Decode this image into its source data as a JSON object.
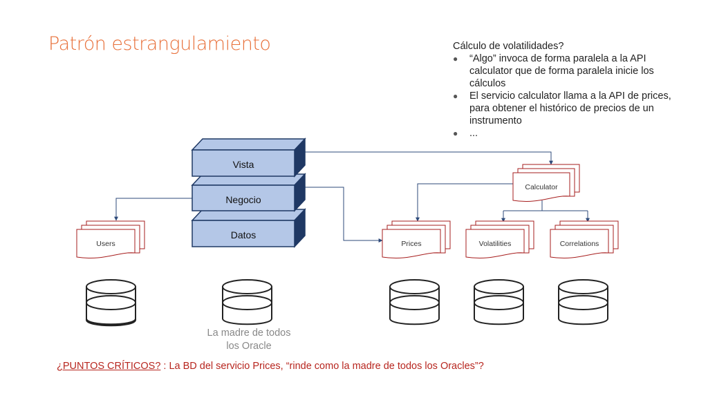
{
  "slide": {
    "title": "Patrón estrangulamiento",
    "notes": {
      "heading": "Cálculo de volatilidades?",
      "items": [
        "“Algo” invoca de forma paralela a la API calculator que de forma paralela inicie los cálculos",
        "El servicio calculator llama a la API de prices, para obtener el histórico de precios de un instrumento",
        "..."
      ]
    },
    "critical": {
      "label": "¿PUNTOS CRÍTICOS?",
      "text": " : La BD del servicio Prices, “rinde como la madre de todos los Oracles”?"
    },
    "oracle_caption": "La madre de todos los Oracle",
    "layers": [
      "Vista",
      "Negocio",
      "Datos"
    ],
    "services": {
      "users": "Users",
      "calculator": "Calculator",
      "prices": "Prices",
      "volatilities": "Volatilities",
      "correlations": "Correlations"
    },
    "colors": {
      "title": "#e8703a",
      "layer_fill": "#b4c7e7",
      "layer_stroke": "#1f3864",
      "doc_stroke": "#a61c1c",
      "connector": "#2e4a7a",
      "critical": "#b7251e"
    }
  }
}
